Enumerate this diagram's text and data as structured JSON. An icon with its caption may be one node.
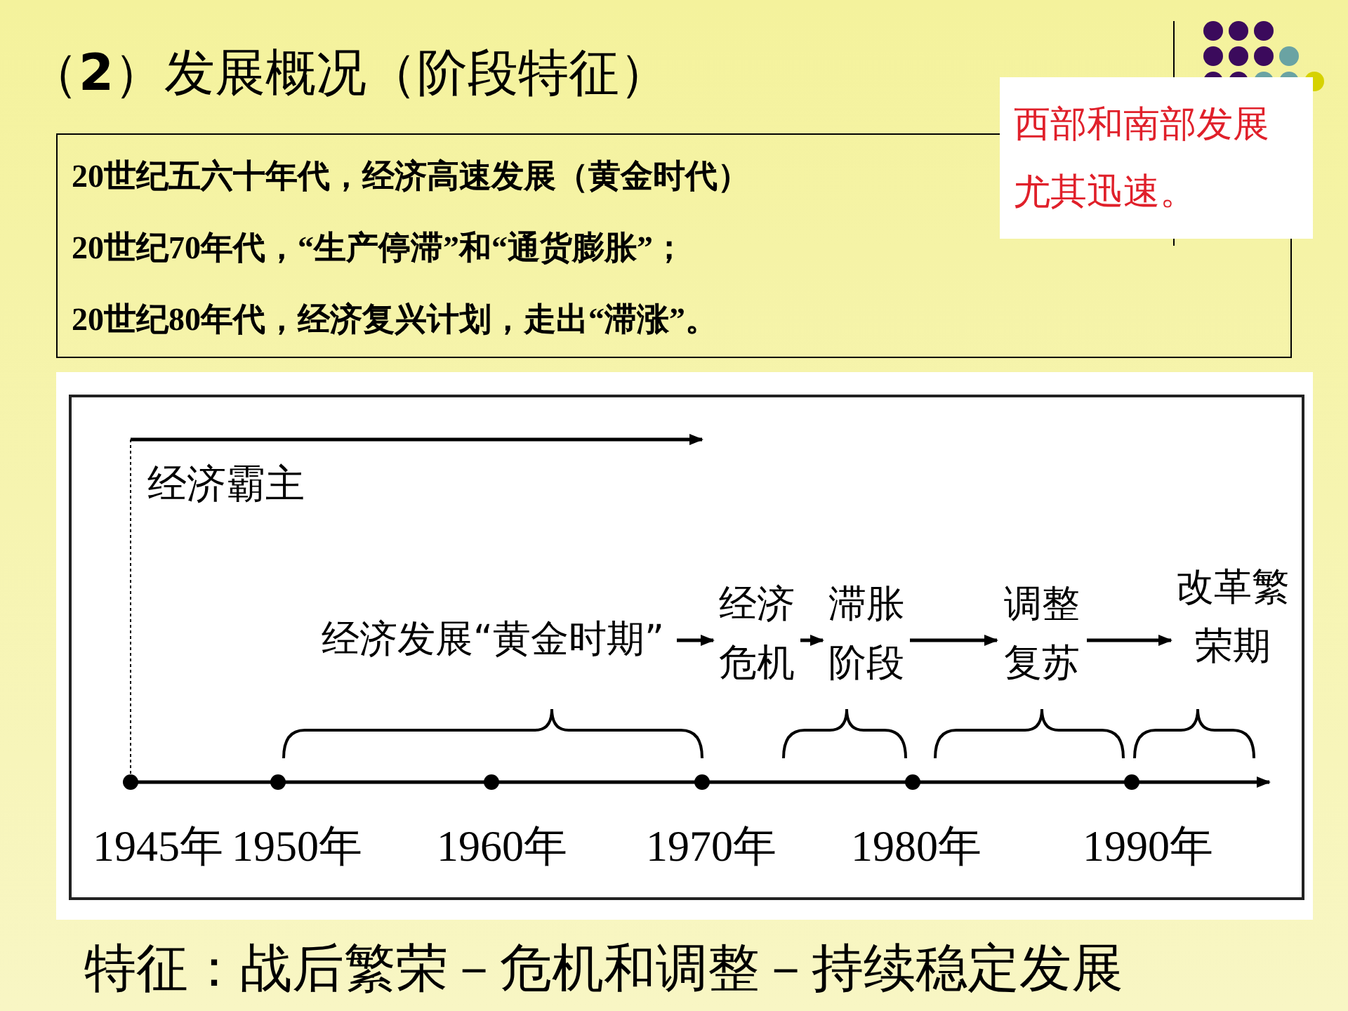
{
  "diagram": {
    "title": "（**2**）发展概况（阶段特征）",
    "nodes": [
      {
        "text": [
          "20世纪五六十年代，经济高速发展（黄金时代）",
          "20世纪70年代，“生产停滞”和“通货膨胀”；",
          "20世纪80年代，经济复兴计划，走出“滞涨”。"
        ]
      },
      {
        "text": [
          "西部和南部发展尤其迅速。"
        ]
      },
      {
        "text": [
          "经济发展“黄金时期”"
        ]
      },
      {
        "text": [
          "经济危机"
        ]
      },
      {
        "text": [
          "滞胀阶段"
        ]
      },
      {
        "text": [
          "调整复苏"
        ]
      },
      {
        "text": [
          "改革繁荣期"
        ]
      }
    ],
    "edges": [
      {
        "from": 2,
        "to": 3,
        "arrow": "to"
      },
      {
        "from": 3,
        "to": 4,
        "arrow": "to"
      },
      {
        "from": 4,
        "to": 5,
        "arrow": "to"
      },
      {
        "from": 5,
        "to": 6,
        "arrow": "to"
      }
    ],
    "labels": [
      "经济霸主",
      "1945年",
      "1950年",
      "1960年",
      "1970年",
      "1980年",
      "1990年",
      "特征：战后繁荣－危机和调整－持续稳定发展"
    ]
  }
}
